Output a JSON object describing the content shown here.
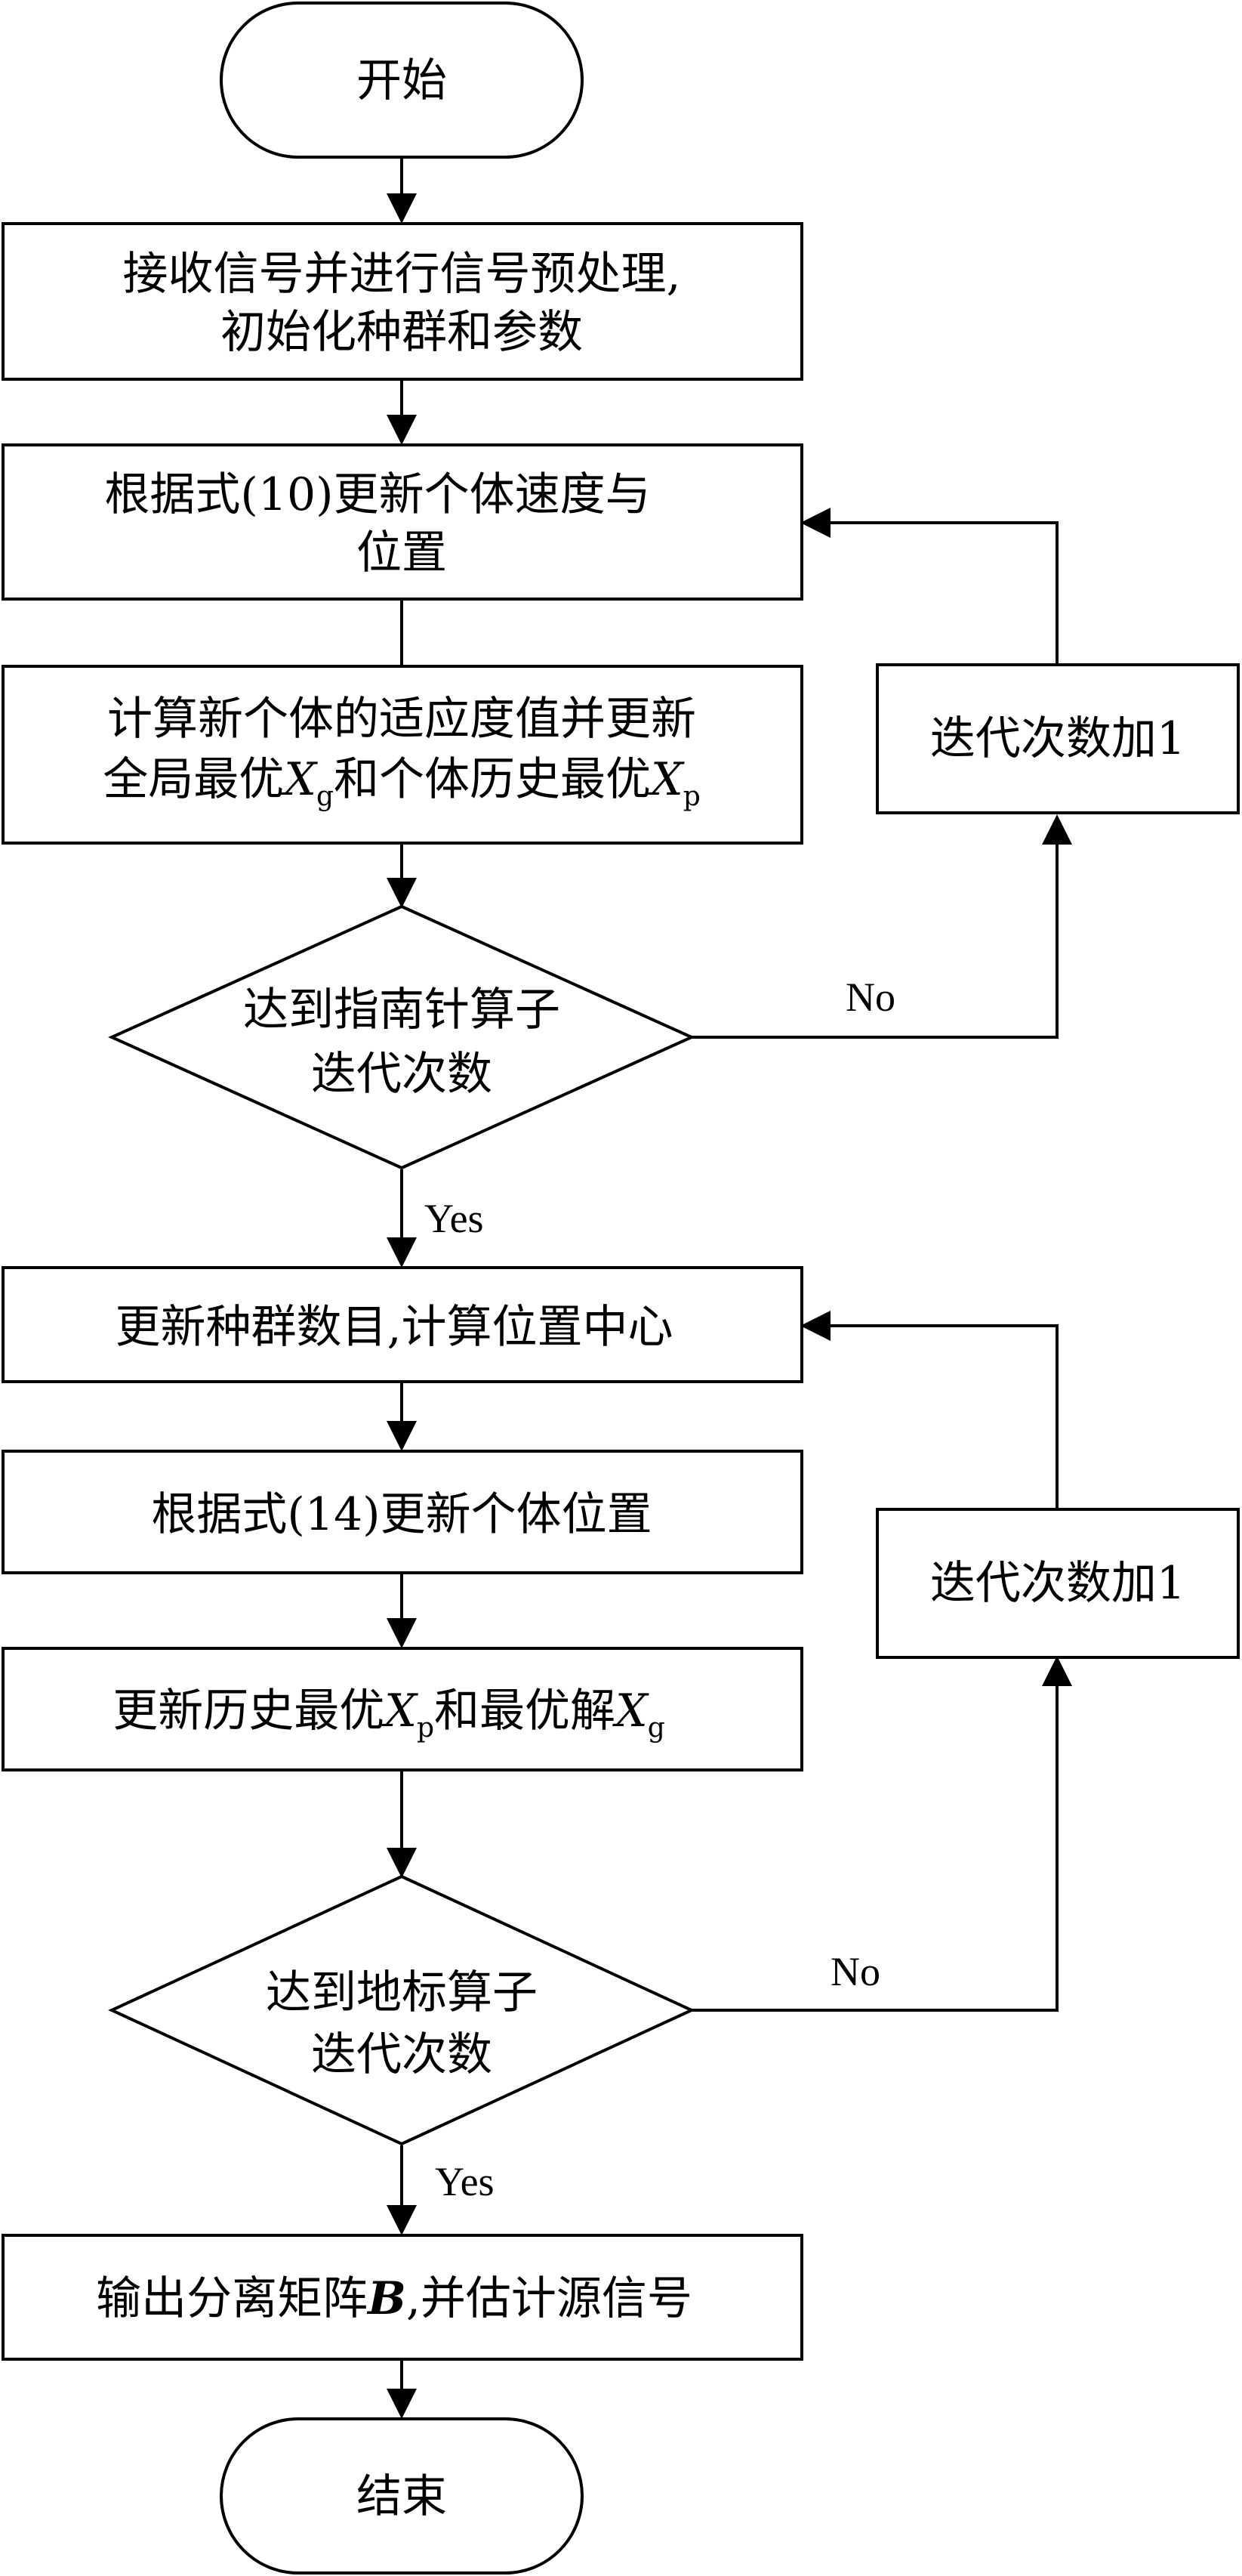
{
  "nodes": {
    "start": {
      "text": "开始"
    },
    "init": {
      "line1": "接收信号并进行信号预处理,",
      "line2": "初始化种群和参数"
    },
    "update_velocity": {
      "line1": "根据式(10)更新个体速度与",
      "line2": "位置"
    },
    "fitness": {
      "line1": "计算新个体的适应度值并更新",
      "line2_a": "全局最优",
      "line2_var1": "X",
      "line2_sub1": "g",
      "line2_b": "和个体历史最优",
      "line2_var2": "X",
      "line2_sub2": "p"
    },
    "decision_compass": {
      "line1": "达到指南针算子",
      "line2": "迭代次数"
    },
    "iter_add_1": {
      "text": "迭代次数加1"
    },
    "update_pop": {
      "text": "更新种群数目,计算位置中心"
    },
    "update_position": {
      "text": "根据式(14)更新个体位置"
    },
    "update_best": {
      "a": "更新历史最优",
      "var1": "X",
      "sub1": "p",
      "b": "和最优解",
      "var2": "X",
      "sub2": "g"
    },
    "decision_landmark": {
      "line1": "达到地标算子",
      "line2": "迭代次数"
    },
    "iter_add_2": {
      "text": "迭代次数加1"
    },
    "output": {
      "a": "输出分离矩阵",
      "var": "B",
      "b": ",并估计源信号"
    },
    "end": {
      "text": "结束"
    }
  },
  "edges": {
    "no_1": "No",
    "yes_1": "Yes",
    "no_2": "No",
    "yes_2": "Yes"
  }
}
